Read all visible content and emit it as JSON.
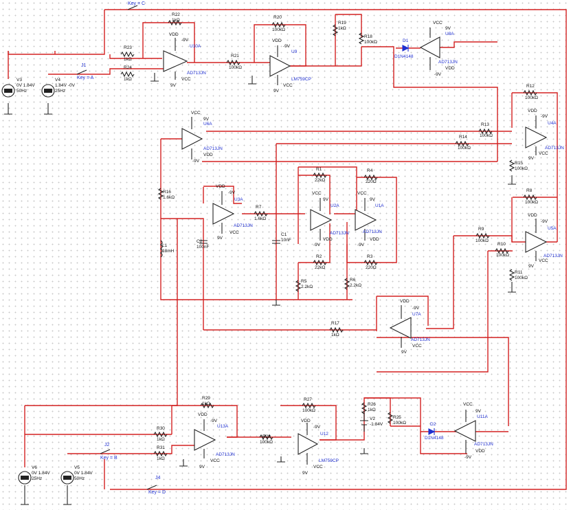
{
  "colors": {
    "wire": "#d32020",
    "label_blue": "#1f2fd0",
    "ink": "#222222"
  },
  "switches": [
    {
      "id": "key-c",
      "label": "Key = C"
    },
    {
      "id": "j1",
      "label": "J1",
      "key": "Key = A"
    },
    {
      "id": "j2",
      "label": "J2",
      "key": "Key = B"
    },
    {
      "id": "j4",
      "label": "J4",
      "key": "Key = D"
    }
  ],
  "sources": [
    {
      "name": "V3",
      "spec": "0V 1.84V",
      "freq": "50Hz"
    },
    {
      "name": "V4",
      "spec": "1.84V -0V",
      "freq": "25Hz"
    },
    {
      "name": "V6",
      "spec": "0V 1.84V",
      "freq": "25Hz"
    },
    {
      "name": "V5",
      "spec": "0V 1.84V",
      "freq": "50Hz"
    },
    {
      "name": "V2",
      "spec": "-1.84V"
    }
  ],
  "resistors": [
    {
      "name": "R22",
      "value": "1kΩ"
    },
    {
      "name": "R23",
      "value": "1kΩ"
    },
    {
      "name": "R24",
      "value": "1kΩ"
    },
    {
      "name": "R21",
      "value": "100kΩ"
    },
    {
      "name": "R20",
      "value": "100kΩ"
    },
    {
      "name": "R19",
      "value": "1kΩ"
    },
    {
      "name": "R18",
      "value": "100kΩ"
    },
    {
      "name": "R12",
      "value": "100kΩ"
    },
    {
      "name": "R13",
      "value": "100kΩ"
    },
    {
      "name": "R14",
      "value": "100kΩ"
    },
    {
      "name": "R15",
      "value": "100kΩ"
    },
    {
      "name": "R16",
      "value": "1.6kΩ"
    },
    {
      "name": "R7",
      "value": "1.6kΩ"
    },
    {
      "name": "R1",
      "value": "22kΩ"
    },
    {
      "name": "R4",
      "value": "220Ω"
    },
    {
      "name": "R2",
      "value": "22kΩ"
    },
    {
      "name": "R3",
      "value": "220Ω"
    },
    {
      "name": "R5",
      "value": "2.2kΩ"
    },
    {
      "name": "R6",
      "value": "2.2kΩ"
    },
    {
      "name": "R8",
      "value": "100kΩ"
    },
    {
      "name": "R9",
      "value": "100kΩ"
    },
    {
      "name": "R10",
      "value": "100kΩ"
    },
    {
      "name": "R11",
      "value": "100kΩ"
    },
    {
      "name": "R17",
      "value": "1kΩ"
    },
    {
      "name": "R29",
      "value": "1kΩ"
    },
    {
      "name": "R30",
      "value": "1kΩ"
    },
    {
      "name": "R31",
      "value": "1kΩ"
    },
    {
      "name": "R28",
      "value": "100kΩ"
    },
    {
      "name": "R27",
      "value": "100kΩ"
    },
    {
      "name": "R26",
      "value": "1kΩ"
    },
    {
      "name": "R25",
      "value": "100kΩ"
    }
  ],
  "capacitors": [
    {
      "name": "C2",
      "value": "100nF"
    },
    {
      "name": "C1",
      "value": "10nF"
    }
  ],
  "inductors": [
    {
      "name": "L1",
      "value": "18mH"
    }
  ],
  "diodes": [
    {
      "name": "D1",
      "part": "D1N4148"
    },
    {
      "name": "D2",
      "part": "D1N4148"
    }
  ],
  "opamps": [
    {
      "ref": "U10A",
      "part": "AD713JN",
      "top": "VDD",
      "top_v": "-9V",
      "bot": "VCC",
      "bot_v": "9V"
    },
    {
      "ref": "U9",
      "part": "LM759CP",
      "top": "VDD",
      "top_v": "-9V",
      "bot": "VCC",
      "bot_v": "9V"
    },
    {
      "ref": "U8A",
      "part": "AD713JN",
      "top": "VCC",
      "top_v": "9V",
      "bot": "VDD",
      "bot_v": "-9V"
    },
    {
      "ref": "U6A",
      "part": "AD713JN",
      "top": "VCC",
      "top_v": "9V",
      "bot": "VDD",
      "bot_v": "-9V"
    },
    {
      "ref": "U4A",
      "part": "AD713JN",
      "top": "VDD",
      "top_v": "-9V",
      "bot": "VCC",
      "bot_v": "9V"
    },
    {
      "ref": "U3A",
      "part": "AD713JN",
      "top": "VDD",
      "top_v": "-9V",
      "bot": "VCC",
      "bot_v": "9V"
    },
    {
      "ref": "U2A",
      "part": "AD713JN",
      "top": "VCC",
      "top_v": "9V",
      "bot": "VDD",
      "bot_v": "-9V"
    },
    {
      "ref": "U1A",
      "part": "AD713JN",
      "top": "VCC",
      "top_v": "9V",
      "bot": "VDD",
      "bot_v": "-9V"
    },
    {
      "ref": "U5A",
      "part": "AD713JN",
      "top": "VDD",
      "top_v": "-9V",
      "bot": "VCC",
      "bot_v": "9V"
    },
    {
      "ref": "U7A",
      "part": "AD713JN",
      "top": "VDD",
      "top_v": "-9V",
      "bot": "VCC",
      "bot_v": "9V"
    },
    {
      "ref": "U13A",
      "part": "AD713JN",
      "top": "VDD",
      "top_v": "-9V",
      "bot": "VCC",
      "bot_v": "9V"
    },
    {
      "ref": "U12",
      "part": "LM759CP",
      "top": "VDD",
      "top_v": "-9V",
      "bot": "VCC",
      "bot_v": "9V"
    },
    {
      "ref": "U11A",
      "part": "AD713JN",
      "top": "VCC",
      "top_v": "9V",
      "bot": "VDD",
      "bot_v": "-9V"
    }
  ]
}
